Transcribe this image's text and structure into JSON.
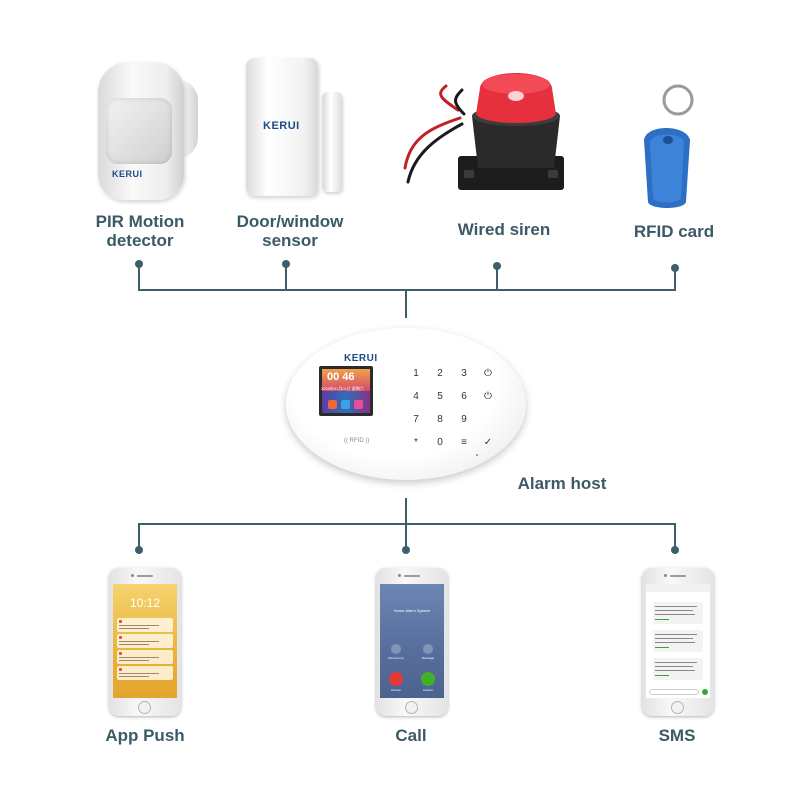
{
  "colors": {
    "line": "#3d5f6b",
    "label": "#3c5a66",
    "brand": "#1e4a86",
    "siren_red": "#e7303d",
    "rfid_blue": "#2e6fc6"
  },
  "devices": [
    {
      "id": "pir",
      "label_line1": "PIR Motion",
      "label_line2": "detector",
      "icon": "motion-sensor-icon"
    },
    {
      "id": "door",
      "label_line1": "Door/window",
      "label_line2": "sensor",
      "icon": "door-sensor-icon"
    },
    {
      "id": "siren",
      "label_line1": "Wired siren",
      "label_line2": "",
      "icon": "siren-icon"
    },
    {
      "id": "rfid",
      "label_line1": "RFID card",
      "label_line2": "",
      "icon": "rfid-tag-icon"
    }
  ],
  "brand_logo": "KERUI",
  "host": {
    "label": "Alarm host",
    "clock": "00 46",
    "date": "2008年01月01日 星期六",
    "rfid_text": "RFID",
    "keys": [
      "1",
      "2",
      "3",
      "⏻",
      "4",
      "5",
      "6",
      "⏻",
      "7",
      "8",
      "9",
      "",
      "*",
      "0",
      "≡",
      "✓"
    ]
  },
  "notifications": [
    {
      "label": "App Push",
      "icon": "smartphone-icon"
    },
    {
      "label": "Call",
      "icon": "phone-call-icon"
    },
    {
      "label": "SMS",
      "icon": "sms-icon"
    }
  ],
  "phone_app": {
    "time": "10:12"
  },
  "phone_call": {
    "caller": "Home Alarm System",
    "accept": "Answer",
    "decline": "Refuse",
    "remind": "Remind me",
    "message": "Message"
  }
}
